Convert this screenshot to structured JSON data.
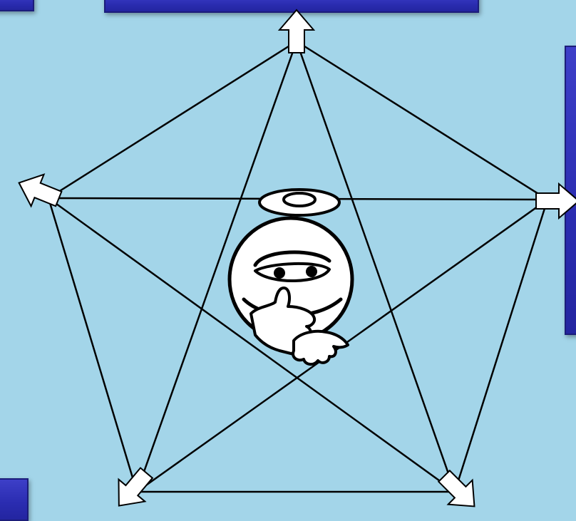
{
  "panels": [
    {
      "id": "panel-top-left",
      "name": "top-left-panel",
      "text": ""
    },
    {
      "id": "panel-top-center",
      "name": "top-center-title-panel",
      "text": ""
    },
    {
      "id": "panel-right",
      "name": "right-side-panel",
      "text": ""
    },
    {
      "id": "panel-bottom-left",
      "name": "bottom-left-panel",
      "text": ""
    }
  ],
  "diagram": {
    "shape": "pentagram-in-pentagon",
    "vertex_count": 5,
    "center_icon": "thinking-face-icon",
    "arrow_icon": "outward-arrow-icon",
    "colors": {
      "background": "#a3d5e9",
      "panel": "#2a2cb0",
      "line": "#000000",
      "arrow_fill": "#ffffff"
    }
  }
}
